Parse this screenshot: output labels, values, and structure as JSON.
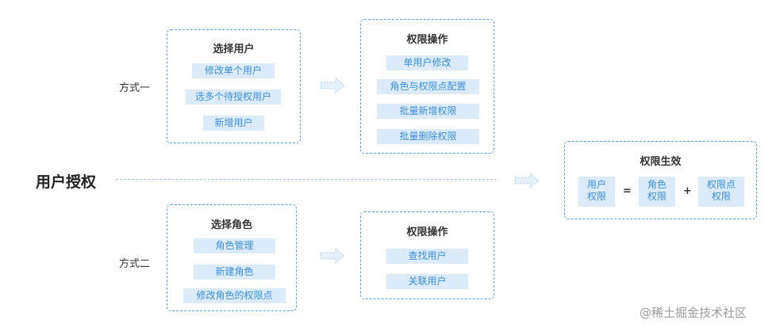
{
  "main_label": "用户授权",
  "method1": {
    "label": "方式一",
    "select_box": {
      "title": "选择用户",
      "items": [
        "修改单个用户",
        "选多个待授权用户",
        "新增用户"
      ]
    },
    "ops_box": {
      "title": "权限操作",
      "items": [
        "单用户修改",
        "角色与权限点配置",
        "批量新增权限",
        "批量删除权限"
      ]
    }
  },
  "method2": {
    "label": "方式二",
    "select_box": {
      "title": "选择角色",
      "items": [
        "角色管理",
        "新建角色",
        "修改角色的权限点"
      ]
    },
    "ops_box": {
      "title": "权限操作",
      "items": [
        "查找用户",
        "关联用户"
      ]
    }
  },
  "result": {
    "title": "权限生效",
    "terms": [
      {
        "line1": "用户",
        "line2": "权限"
      },
      {
        "line1": "角色",
        "line2": "权限"
      },
      {
        "line1": "权限点",
        "line2": "权限"
      }
    ],
    "equals": "=",
    "plus": "+"
  },
  "watermark": "@稀土掘金技术社区",
  "colors": {
    "border": "#5aa0e6",
    "chip_bg": "#dcebf9",
    "chip_text": "#3d8fdb",
    "arrow": "#b8d6f2"
  }
}
